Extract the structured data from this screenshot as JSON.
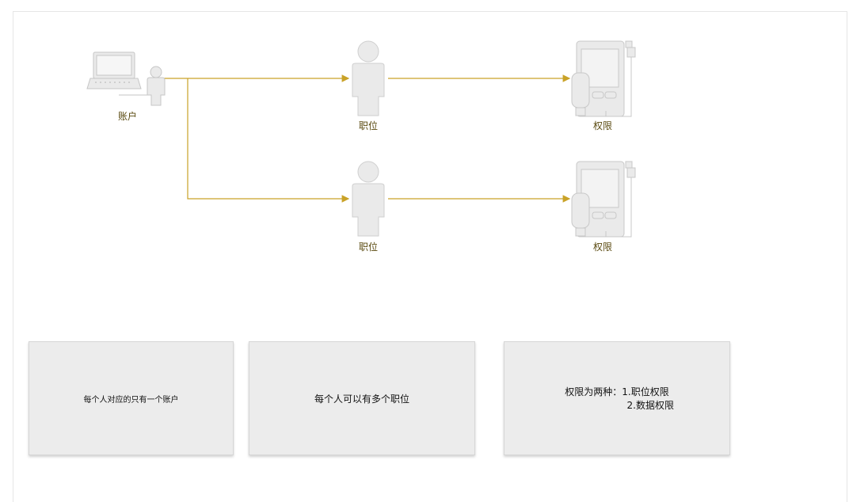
{
  "nodes": {
    "account_label": "账户",
    "position_label_1": "职位",
    "position_label_2": "职位",
    "permission_label_1": "权限",
    "permission_label_2": "权限"
  },
  "notes": {
    "note1": "每个人对应的只有一个账户",
    "note2": "每个人可以有多个职位",
    "note3_line1": "权限为两种：1.职位权限",
    "note3_line2": "2.数据权限"
  },
  "colors": {
    "connector": "#c9a227",
    "icon_fill": "#eaeaea",
    "icon_stroke": "#c8c8c8",
    "note_fill": "#ececec"
  }
}
